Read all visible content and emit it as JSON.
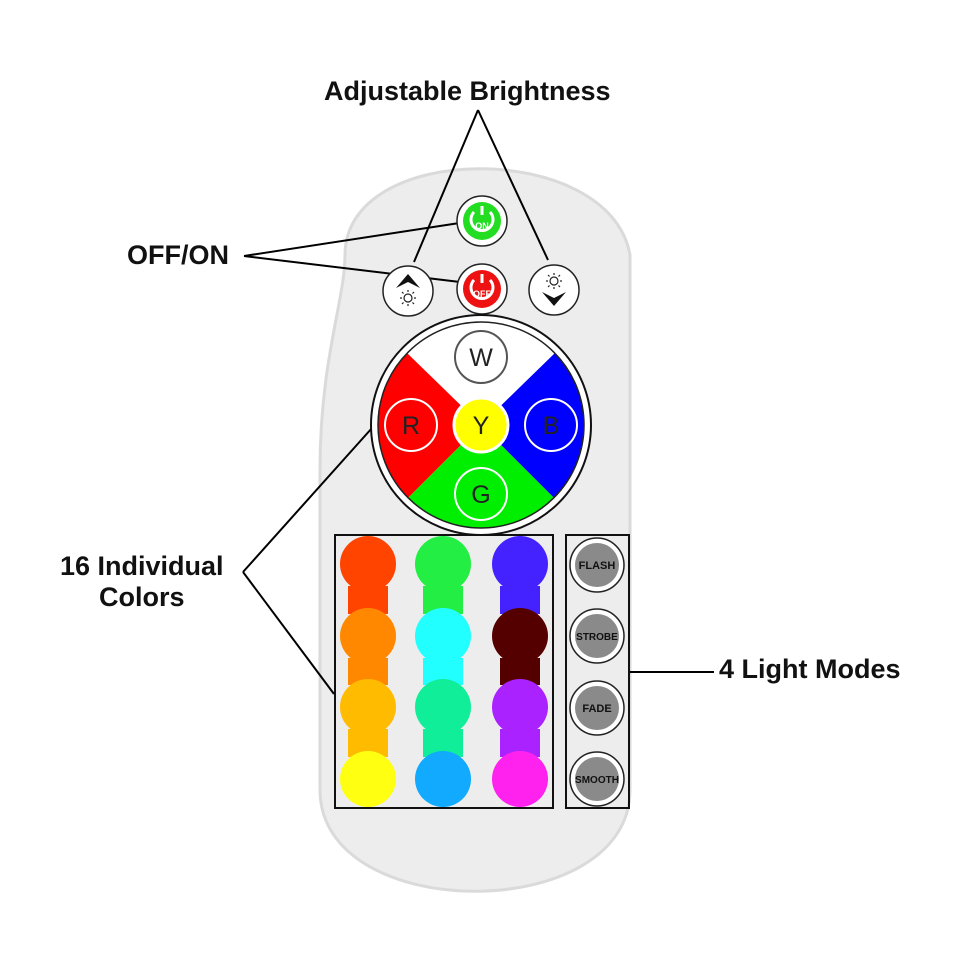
{
  "callouts": {
    "brightness": "Adjustable Brightness",
    "offon": "OFF/ON",
    "colors_line1": "16 Individual",
    "colors_line2": "Colors",
    "modes": "4 Light Modes"
  },
  "power": {
    "on_label": "ON",
    "off_label": "OFF",
    "on_color": "#22dd22",
    "off_color": "#ee1111"
  },
  "brightness_icons": [
    "brightness-up-icon",
    "brightness-down-icon"
  ],
  "wheel": {
    "W": {
      "label": "W",
      "color": "#ffffff"
    },
    "R": {
      "label": "R",
      "color": "#ff0000"
    },
    "B": {
      "label": "B",
      "color": "#0000ff"
    },
    "G": {
      "label": "G",
      "color": "#00ee00"
    },
    "Y": {
      "label": "Y",
      "color": "#ffff00"
    }
  },
  "color_grid": [
    [
      "#ff4400",
      "#22ee44",
      "#4422ff"
    ],
    [
      "#ff8800",
      "#22ffff",
      "#550000"
    ],
    [
      "#ffbb00",
      "#11ee99",
      "#aa22ff"
    ],
    [
      "#ffff11",
      "#11aaff",
      "#ff22ee"
    ]
  ],
  "modes": [
    "FLASH",
    "STROBE",
    "FADE",
    "SMOOTH"
  ],
  "colors": {
    "remote_body": "#ededed",
    "mode_button": "#8a8a8a"
  }
}
